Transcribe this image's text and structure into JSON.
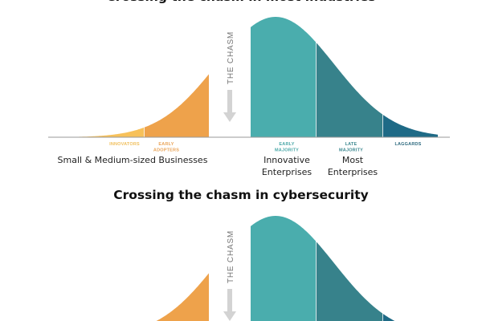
{
  "diagrams": [
    {
      "title": "Crossing the chasm in most industries",
      "chasm_label": "THE CHASM",
      "segments": [
        {
          "label": [
            "INNOVATORS"
          ],
          "color": "#f7c15a",
          "label_color": "#f0bf5c"
        },
        {
          "label": [
            "EARLY",
            "ADOPTERS"
          ],
          "color": "#eea24b",
          "label_color": "#eaa55a"
        },
        {
          "label": [
            "EARLY",
            "MAJORITY"
          ],
          "color": "#4aadad",
          "label_color": "#4aa8a8"
        },
        {
          "label": [
            "LATE",
            "MAJORITY"
          ],
          "color": "#37828b",
          "label_color": "#3d8890"
        },
        {
          "label": [
            "LAGGARDS"
          ],
          "color": "#1e6a86",
          "label_color": "#2f6b80"
        }
      ],
      "audiences": [
        {
          "text": [
            "Small & Medium-sized Businesses"
          ]
        },
        {
          "text": [
            "Innovative",
            "Enterprises"
          ]
        },
        {
          "text": [
            "Most",
            "Enterprises"
          ]
        }
      ]
    },
    {
      "title": "Crossing the chasm in cybersecurity",
      "chasm_label": "THE CHASM"
    }
  ],
  "colors": {
    "arrow": "#d3d3d3",
    "baseline": "#999999"
  }
}
